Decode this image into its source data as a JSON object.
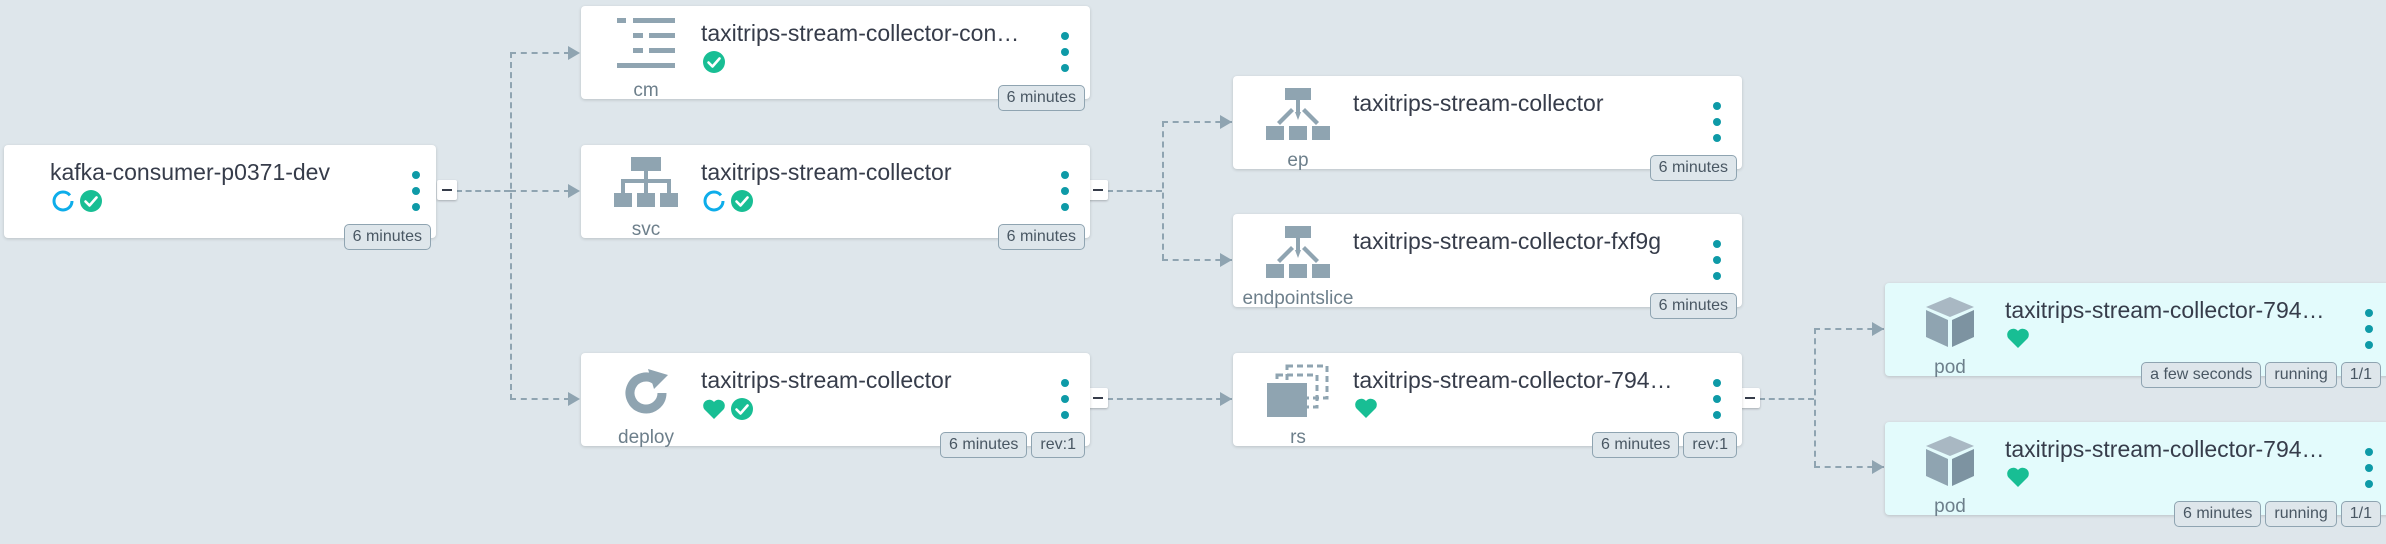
{
  "nodes": {
    "app": {
      "name": "kafka-consumer-p0371-dev",
      "age": "6 minutes",
      "icons": [
        "progressing-icon",
        "synced-check-icon"
      ]
    },
    "cm": {
      "name": "taxitrips-stream-collector-con…",
      "kind": "cm",
      "age": "6 minutes",
      "icons": [
        "synced-check-icon"
      ]
    },
    "svc": {
      "name": "taxitrips-stream-collector",
      "kind": "svc",
      "age": "6 minutes",
      "icons": [
        "progressing-icon",
        "synced-check-icon"
      ]
    },
    "deploy": {
      "name": "taxitrips-stream-collector",
      "kind": "deploy",
      "age": "6 minutes",
      "rev": "rev:1",
      "icons": [
        "healthy-heart-icon",
        "synced-check-icon"
      ]
    },
    "ep": {
      "name": "taxitrips-stream-collector",
      "kind": "ep",
      "age": "6 minutes"
    },
    "eps": {
      "name": "taxitrips-stream-collector-fxf9g",
      "kind": "endpointslice",
      "age": "6 minutes"
    },
    "rs": {
      "name": "taxitrips-stream-collector-794…",
      "kind": "rs",
      "age": "6 minutes",
      "rev": "rev:1",
      "icons": [
        "healthy-heart-icon"
      ]
    },
    "pod1": {
      "name": "taxitrips-stream-collector-794…",
      "kind": "pod",
      "age": "a few seconds",
      "state": "running",
      "ready": "1/1",
      "icons": [
        "healthy-heart-icon"
      ]
    },
    "pod2": {
      "name": "taxitrips-stream-collector-794…",
      "kind": "pod",
      "age": "6 minutes",
      "state": "running",
      "ready": "1/1",
      "icons": [
        "healthy-heart-icon"
      ]
    }
  },
  "colors": {
    "background": "#dee6eb",
    "edge": "#8fa4b1",
    "healthy": "#18be94",
    "progressing": "#0dadea",
    "menu": "#0e9aa7",
    "pod_bg": "#e3fbfc"
  }
}
